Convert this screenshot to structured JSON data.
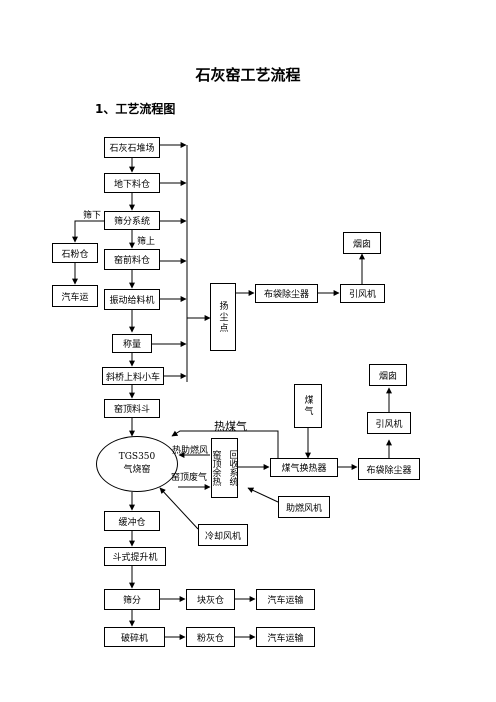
{
  "title": "石灰窑工艺流程",
  "heading": "1、工艺流程图",
  "nodes": {
    "limestone_yard": "石灰石堆场",
    "underground_bin": "地下料仓",
    "screening_system": "筛分系统",
    "stone_powder_bin": "石粉仓",
    "truck_transport_1": "汽车运",
    "kiln_front_bin": "窑前料仓",
    "vibrating_feeder": "振动给料机",
    "weighing": "称量",
    "inclined_bridge_car": "斜桥上料小车",
    "kiln_top_hopper": "窑顶料斗",
    "dust_point": "扬尘点",
    "bag_filter_1": "布袋除尘器",
    "induced_fan_1": "引风机",
    "chimney_1": "烟囱",
    "kiln_name_1": "TGS350",
    "kiln_name_2": "气烧窑",
    "waste_heat_col1": "窑顶余热",
    "waste_heat_col2": "回收系统",
    "gas_heat_exchanger": "煤气换热器",
    "coal_gas": "煤气",
    "bag_filter_2": "布袋除尘器",
    "induced_fan_2": "引风机",
    "chimney_2": "烟囱",
    "combustion_fan": "助燃风机",
    "buffer_bin": "缓冲仓",
    "cooling_fan": "冷却风机",
    "bucket_elevator": "斗式提升机",
    "screening": "筛分",
    "lump_lime_bin": "块灰仓",
    "truck_transport_2": "汽车运输",
    "crusher": "破碎机",
    "powder_lime_bin": "粉灰仓",
    "truck_transport_3": "汽车运输"
  },
  "labels": {
    "undersize": "筛下",
    "oversize": "筛上",
    "hot_gas": "热煤气",
    "combustion_air": "热助燃风",
    "kiln_top_exhaust": "窑顶废气"
  }
}
